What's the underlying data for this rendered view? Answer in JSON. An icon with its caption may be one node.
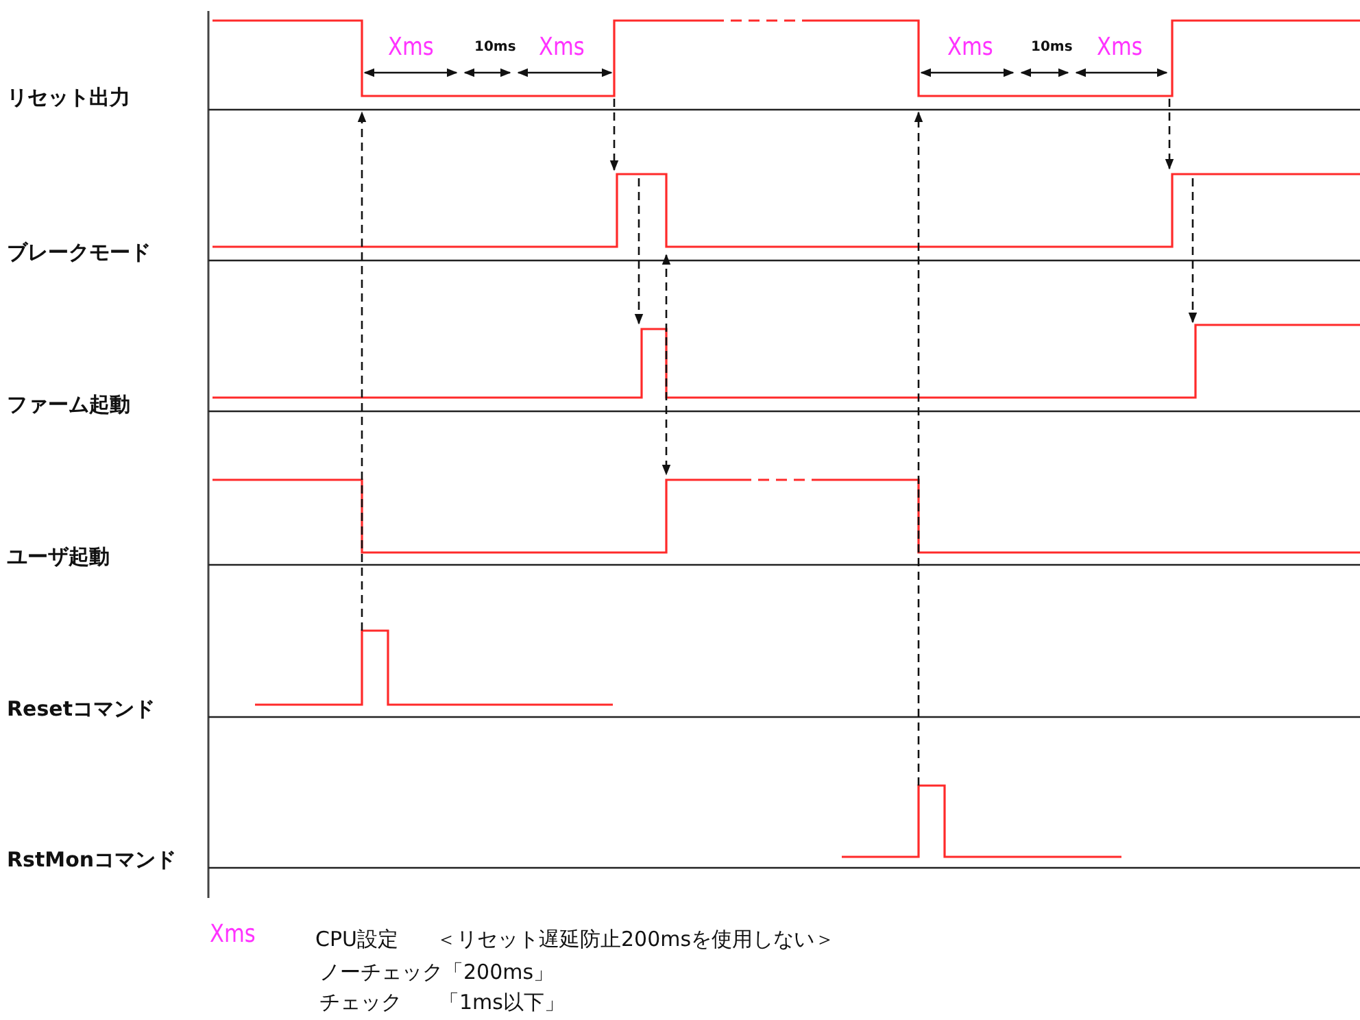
{
  "diagram": {
    "labels": [
      "Xms",
      "10ms",
      "Xms",
      "Xms",
      "10ms",
      "Xms",
      "リセット出力",
      "ブレークモード",
      "ファーム起動",
      "ユーザ起動",
      "Resetコマンド",
      "RstMonコマンド",
      "Xms",
      "CPU設定",
      "＜リセット遅延防止200msを使用しない＞",
      "ノーチェック「200ms」",
      "チェック",
      "「1ms以下」"
    ]
  }
}
